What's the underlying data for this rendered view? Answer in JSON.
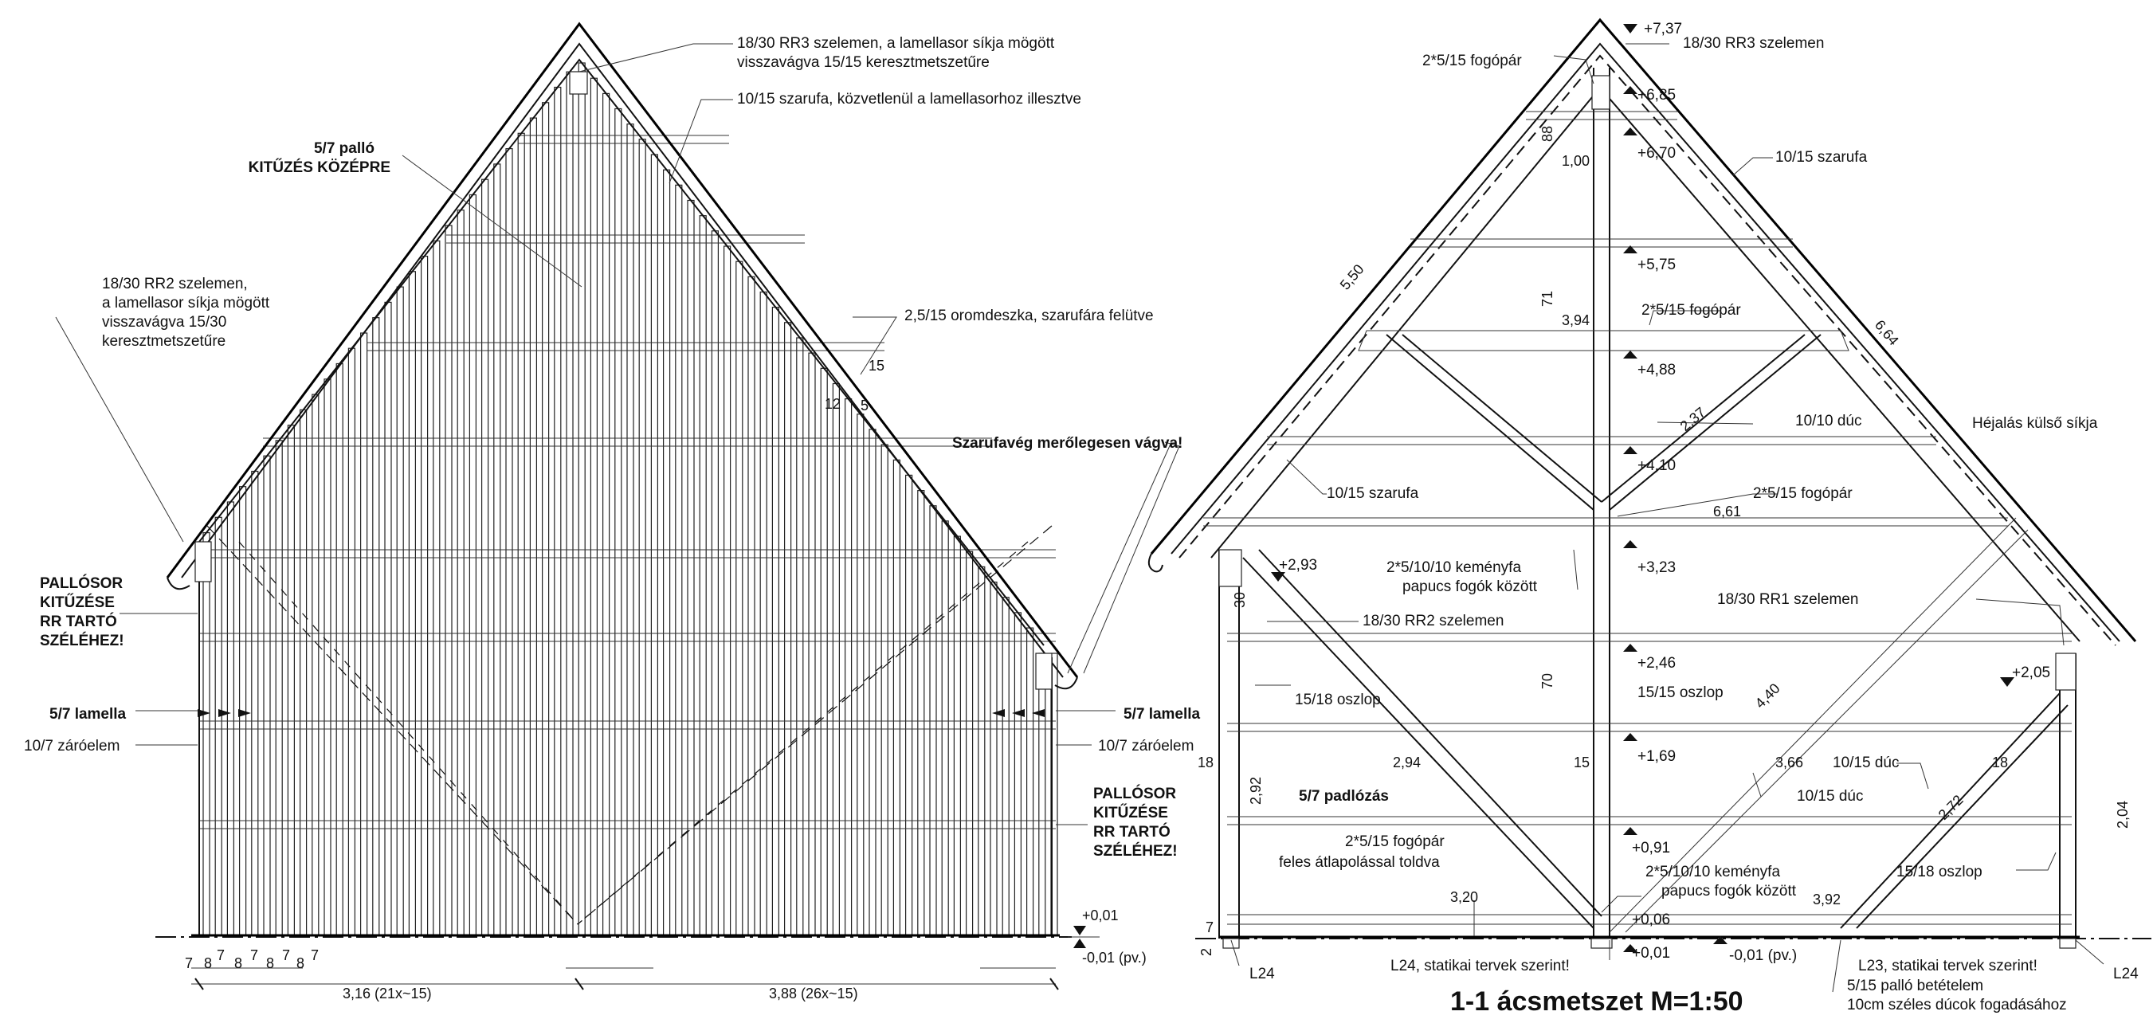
{
  "elevation": {
    "labels": {
      "rr3_purlin_a": "18/30 RR3 szelemen, a lamellasor síkja mögött",
      "rr3_purlin_b": "visszavágva 15/15 keresztmetszetűre",
      "rafter_direct": "10/15 szarufa, közvetlenül a lamellasorhoz illesztve",
      "plank_a": "5/7 palló",
      "plank_b": "KITŰZÉS KÖZÉPRE",
      "rr2_a": "18/30 RR2 szelemen,",
      "rr2_b": "a lamellasor síkja mögött",
      "rr2_c": "visszavágva 15/30",
      "rr2_d": "keresztmetszetűre",
      "gable_board": "2,5/15 oromdeszka, szarufára felütve",
      "dim_15": "15",
      "dim_12": "12",
      "dim_5": "5",
      "rafter_cut": "Szarufavég merőlegesen vágva!",
      "pallo_left_a": "PALLÓSOR",
      "pallo_left_b": "KITŰZÉSE",
      "pallo_left_c": "RR TARTÓ",
      "pallo_left_d": "SZÉLÉHEZ!",
      "lamella_left": "5/7 lamella",
      "zaroelem_left": "10/7 záróelem",
      "lamella_right": "5/7 lamella",
      "zaroelem_right": "10/7 záróelem",
      "pallo_right_a": "PALLÓSOR",
      "pallo_right_b": "KITŰZÉSE",
      "pallo_right_c": "RR TARTÓ",
      "pallo_right_d": "SZÉLÉHEZ!",
      "level_001": "+0,01",
      "level_m001": "-0,01 (pv.)",
      "dim_left_total": "3,16 (21x~15)",
      "dim_right_total": "3,88 (26x~15)",
      "dim_spacing_small_1": "7",
      "dim_spacing_small_2": "8",
      "dim_spacing_small_3": "7",
      "dim_spacing_small_4": "8",
      "dim_spacing_small_5": "7",
      "dim_spacing_small_6": "8",
      "dim_spacing_small_7": "7",
      "dim_spacing_small_8": "8",
      "dim_spacing_small_9": "7"
    }
  },
  "section": {
    "title": "1-1 ácsmetszet M=1:50",
    "labels": {
      "level_737": "+7,37",
      "rr3": "18/30 RR3 szelemen",
      "fogopar_top": "2*5/15 fogópár",
      "level_685": "+6,85",
      "level_670": "+6,70",
      "dim_100": "1,00",
      "rafter_right_top": "10/15 szarufa",
      "level_575": "+5,75",
      "dim_550": "5,50",
      "dim_394": "3,94",
      "fogopar_mid": "2*5/15 fogópár",
      "dim_664": "6,64",
      "level_488": "+4,88",
      "dim_237": "2,37",
      "duc_1010": "10/10 dúc",
      "hejalas": "Héjalás külső síkja",
      "level_410": "+4,10",
      "rafter_left": "10/15 szarufa",
      "fogopar_low": "2*5/15 fogópár",
      "dim_661": "6,61",
      "level_293": "+2,93",
      "kemenyfa_1a": "2*5/10/10 keményfa",
      "kemenyfa_1b": "papucs fogók között",
      "level_323": "+3,23",
      "rr1": "18/30 RR1 szelemen",
      "rr2": "18/30 RR2 szelemen",
      "level_246": "+2,46",
      "level_205": "+2,05",
      "oszlop_1518_left": "15/18 oszlop",
      "oszlop_1515": "15/15 oszlop",
      "dim_440": "4,40",
      "dim_294": "2,94",
      "dim_15": "15",
      "dim_366": "3,66",
      "duc_1015_a": "10/15 dúc",
      "dim_18_left": "18",
      "dim_18_right": "18",
      "level_169": "+1,69",
      "duc_1015_b": "10/15 dúc",
      "dim_292": "2,92",
      "padlozas": "5/7 padlózás",
      "dim_272": "2,72",
      "dim_204": "2,04",
      "fogopar_bottom_a": "2*5/15 fogópár",
      "fogopar_bottom_b": "feles átlapolással toldva",
      "level_091": "+0,91",
      "kemenyfa_2a": "2*5/10/10 keményfa",
      "kemenyfa_2b": "papucs fogók között",
      "oszlop_1518_right": "15/18 oszlop",
      "dim_320": "3,20",
      "dim_392": "3,92",
      "level_006": "+0,06",
      "dim_7": "7",
      "dim_30": "30",
      "l24_left": "L24",
      "l24_note": "L24, statikai tervek szerint!",
      "level_001": "+0,01",
      "level_m001": "-0,01 (pv.)",
      "l23_note": "L23, statikai tervek szerint!",
      "insert_a": "5/15 palló betételem",
      "insert_b": "10cm széles dúcok fogadásához",
      "l24_right": "L24",
      "dim_88": "88",
      "dim_715": "71",
      "dim_705": "70",
      "dim_2": "2"
    }
  }
}
